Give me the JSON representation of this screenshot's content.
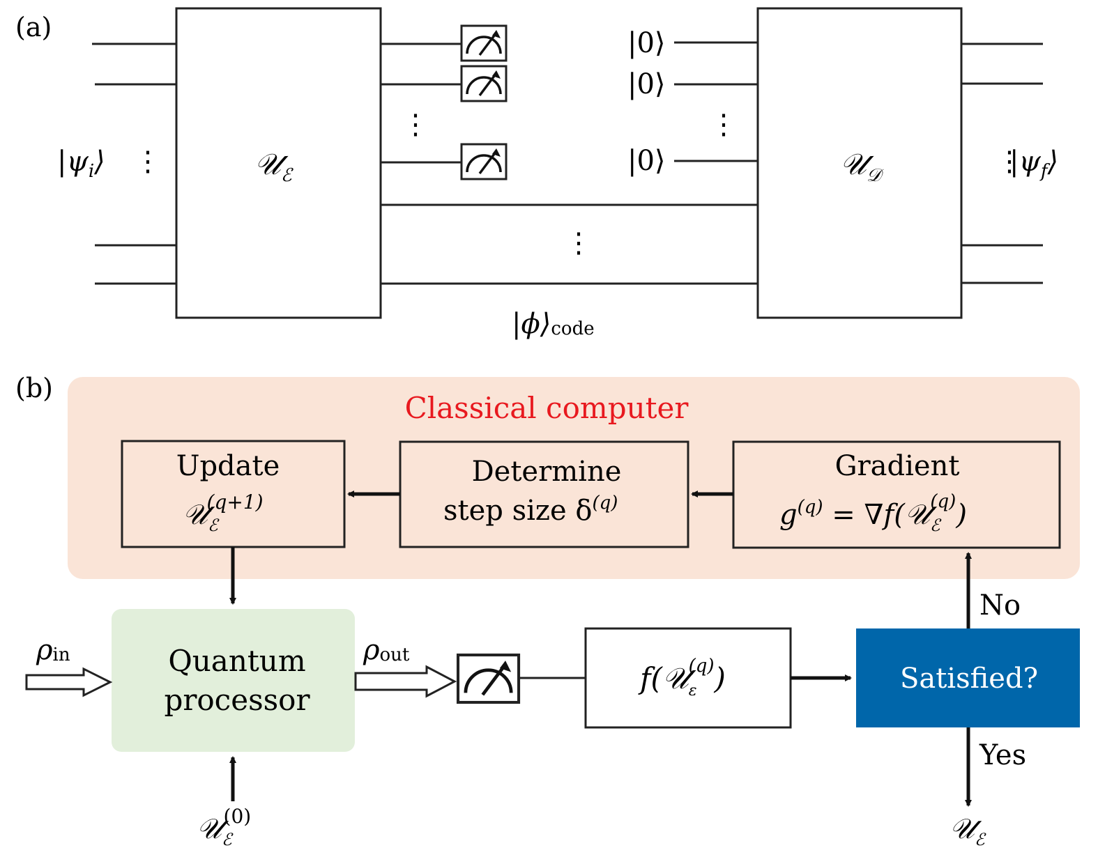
{
  "panel_a": {
    "label": "(a)",
    "input_state": {
      "base": "|ψ",
      "sub": "i",
      "close": "⟩"
    },
    "encoder": {
      "base": "𝒰",
      "sub": "ℰ"
    },
    "ancilla_states": [
      "|0⟩",
      "|0⟩",
      "|0⟩"
    ],
    "decoder": {
      "base": "𝒰",
      "sub": "𝒟"
    },
    "output_state": {
      "base": "|ψ",
      "sub": "f",
      "close": "⟩"
    },
    "code_state": {
      "base": "|ϕ⟩",
      "sub": "code"
    },
    "ellipsis": "⋮"
  },
  "panel_b": {
    "label": "(b)",
    "classical_computer": {
      "title": "Classical computer",
      "title_color": "#e8191f",
      "bg_color": "#fae4d7"
    },
    "update_box": {
      "line1": "Update",
      "base": "𝒰",
      "sub": "ℰ",
      "sup": "(q+1)"
    },
    "step_box": {
      "line1": "Determine",
      "line2": "step size δ",
      "sup": "(q)"
    },
    "gradient_box": {
      "line1": "Gradient",
      "g": "g",
      "g_sup": "(q)",
      "eq": " = ∇f(",
      "base": "𝒰",
      "sub": "ℰ",
      "sup": "(q)",
      "close": ")"
    },
    "quantum_processor": {
      "line1": "Quantum",
      "line2": "processor",
      "bg_color": "#e2efdb"
    },
    "rho_in": {
      "base": "ρ",
      "sub": "in"
    },
    "rho_out": {
      "base": "ρ",
      "sub": "out"
    },
    "objective_box": {
      "pre": "f(",
      "base": "𝒰",
      "sub": "ε",
      "sup": "(q)",
      "close": ")"
    },
    "decision_box": {
      "label": "Satisfied?",
      "bg_color": "#0066aa"
    },
    "no_label": "No",
    "yes_label": "Yes",
    "initial_unitary": {
      "base": "𝒰",
      "sub": "ℰ",
      "sup": "(0)"
    },
    "final_unitary": {
      "base": "𝒰",
      "sub": "ℰ"
    }
  }
}
